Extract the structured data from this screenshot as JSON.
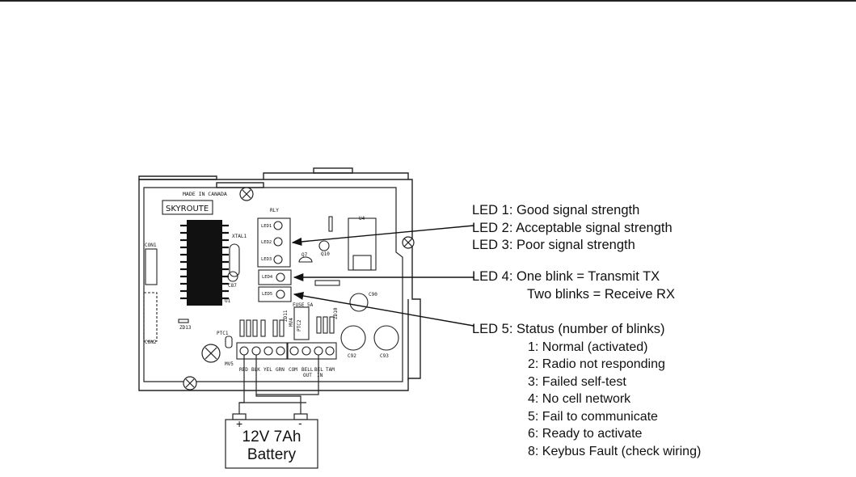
{
  "board": {
    "made_in": "MADE IN CANADA",
    "model": "SKYROUTE",
    "labels": {
      "rly": "RLY",
      "led1": "LED1",
      "led2": "LED2",
      "led3": "LED3",
      "led4": "LED4",
      "led5": "LED5",
      "xtal": "XTAL1",
      "con1": "CON1",
      "con2": "CON2",
      "u1": "U1",
      "u4": "U4",
      "c87": "C87",
      "c90": "C90",
      "c92": "C92",
      "c93": "C93",
      "q7": "Q7",
      "q10": "Q10",
      "zd13": "ZD13",
      "zd11": "ZD11",
      "zd10": "ZD10",
      "ptc1": "PTC1",
      "mv5": "MV5",
      "mv4": "MV4",
      "fuse": "FUSE 5A",
      "ptc2": "PTC2"
    },
    "terminals": {
      "left": [
        "RED",
        "BLK",
        "YEL",
        "GRN"
      ],
      "right_top": [
        "COM",
        "BELL",
        "BEL",
        "TAM"
      ],
      "right_bottom": [
        "",
        "OUT",
        "IN",
        ""
      ]
    }
  },
  "battery": {
    "plus": "+",
    "minus": "-",
    "line1": "12V 7Ah",
    "line2": "Battery"
  },
  "legend": {
    "led1": "LED 1: Good signal strength",
    "led2": "LED 2: Acceptable signal strength",
    "led3": "LED 3: Poor signal strength",
    "led4_line1": "LED 4: One blink = Transmit TX",
    "led4_line2": "Two blinks = Receive RX",
    "led5_title": "LED 5: Status (number of blinks)",
    "status": [
      "1: Normal (activated)",
      "2: Radio not responding",
      "3: Failed self-test",
      "4: No cell network",
      "5: Fail to communicate",
      "6: Ready to activate",
      "8: Keybus Fault (check wiring)"
    ]
  }
}
